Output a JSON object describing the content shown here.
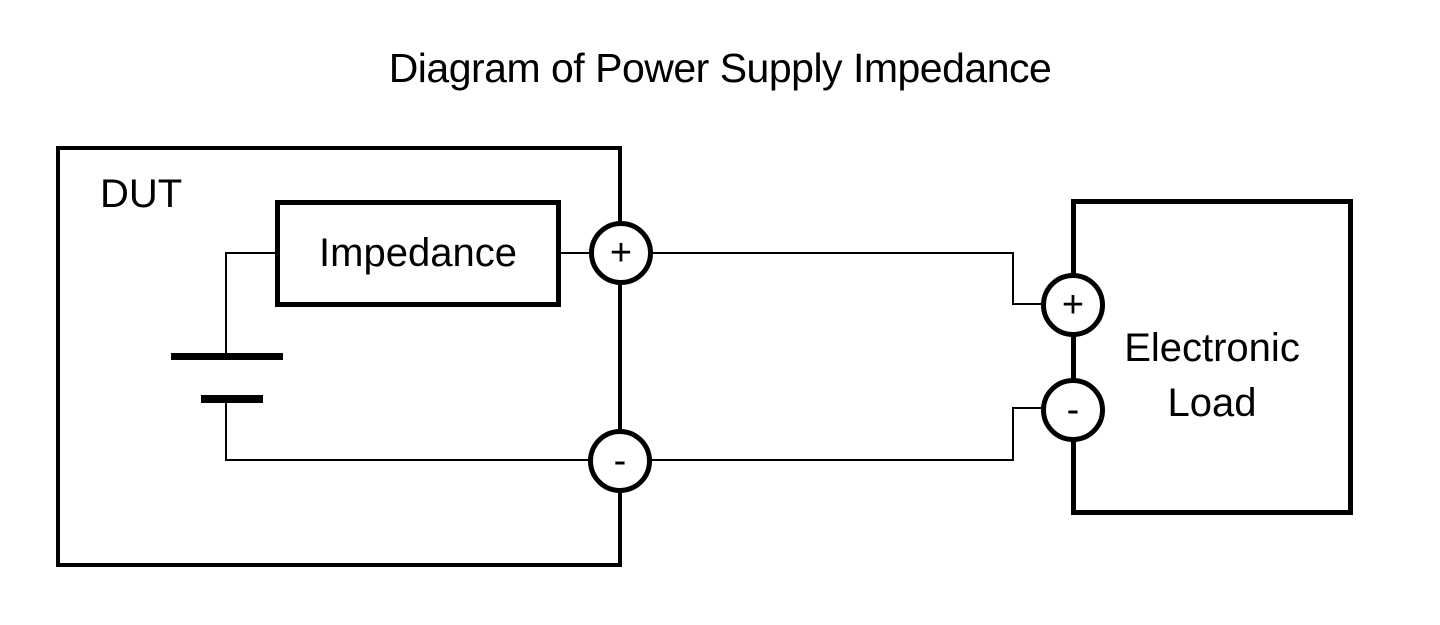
{
  "title": "Diagram of Power Supply Impedance",
  "colors": {
    "stroke": "#000000",
    "background": "#ffffff"
  },
  "dut": {
    "label": "DUT",
    "impedance_label": "Impedance",
    "battery_icon": "battery-symbol",
    "terminals": {
      "positive": "+",
      "negative": "-"
    }
  },
  "electronic_load": {
    "label": "Electronic Load",
    "terminals": {
      "positive": "+",
      "negative": "-"
    }
  }
}
